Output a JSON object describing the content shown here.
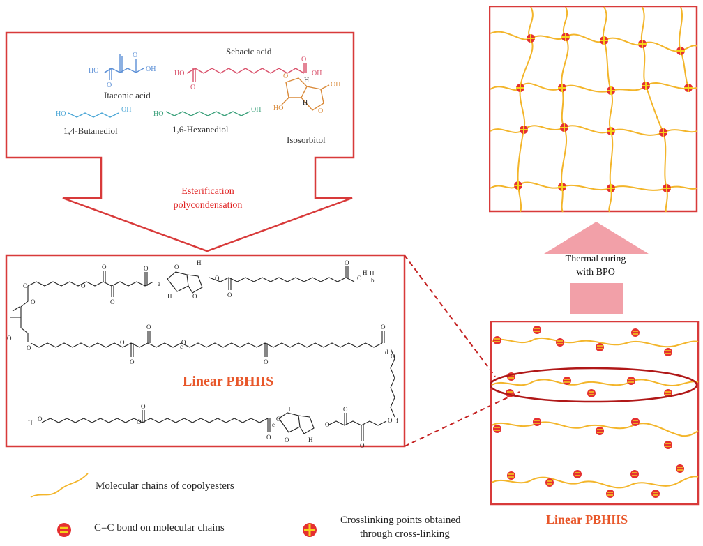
{
  "monomers": {
    "itaconic_acid": "Itaconic acid",
    "sebacic_acid": "Sebacic acid",
    "butanediol": "1,4-Butanediol",
    "hexanediol": "1,6-Hexanediol",
    "isosorbitol": "Isosorbitol"
  },
  "atoms": {
    "HO": "HO",
    "OH": "OH",
    "O": "O",
    "H": "H"
  },
  "subscripts": {
    "a": "a",
    "b": "b",
    "c": "c",
    "d": "d",
    "e": "e",
    "f": "f"
  },
  "process": {
    "esterification_line1": "Esterification",
    "esterification_line2": "polycondensation",
    "thermal_line1": "Thermal curing",
    "thermal_line2": "with BPO"
  },
  "polymer_label": "Linear PBHIIS",
  "bottom_label": "Linear PBHIIS",
  "legend": {
    "chains": "Molecular chains of copolyesters",
    "cc_bond": "C=C bond on molecular chains",
    "crosslink_line1": "Crosslinking points obtained",
    "crosslink_line2": "through cross-linking"
  },
  "colors": {
    "frame": "#d83a3a",
    "chain": "#f3b52a",
    "node": "#e53030",
    "node_mark": "#f5d31c",
    "blue": "#5b8fd6",
    "pink": "#d9506a",
    "green": "#3aa07a",
    "orange": "#d98a3a",
    "arrow_pink": "#f2a0a8"
  }
}
